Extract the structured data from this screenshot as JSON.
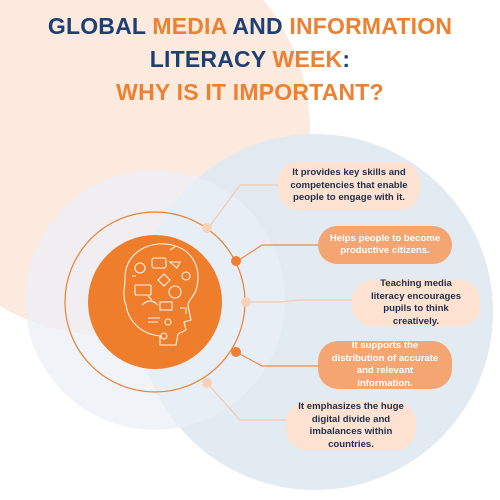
{
  "title": {
    "line1_a": "GLOBAL ",
    "line1_b": "MEDIA",
    "line1_c": " AND ",
    "line1_d": "INFORMATION",
    "line2_a": "LITERACY ",
    "line2_b": "WEEK",
    "line2_c": ":",
    "line3": "WHY IS IT IMPORTANT?"
  },
  "colors": {
    "navy": "#1d3f74",
    "orange": "#ec8131",
    "peach": "#fde2d2",
    "salmon": "#f5a571",
    "pale_blue": "#dce6f0"
  },
  "center_icon": "head-with-media-doodles-icon",
  "points": [
    {
      "text": "It provides key skills and competencies that enable people to engage with it."
    },
    {
      "text": "Helps people to become productive citizens."
    },
    {
      "text": "Teaching media literacy encourages pupils to think creatively."
    },
    {
      "text": "It supports the distribution of accurate and relevant  information."
    },
    {
      "text": "It emphasizes the huge digital divide and imbalances within countries."
    }
  ]
}
